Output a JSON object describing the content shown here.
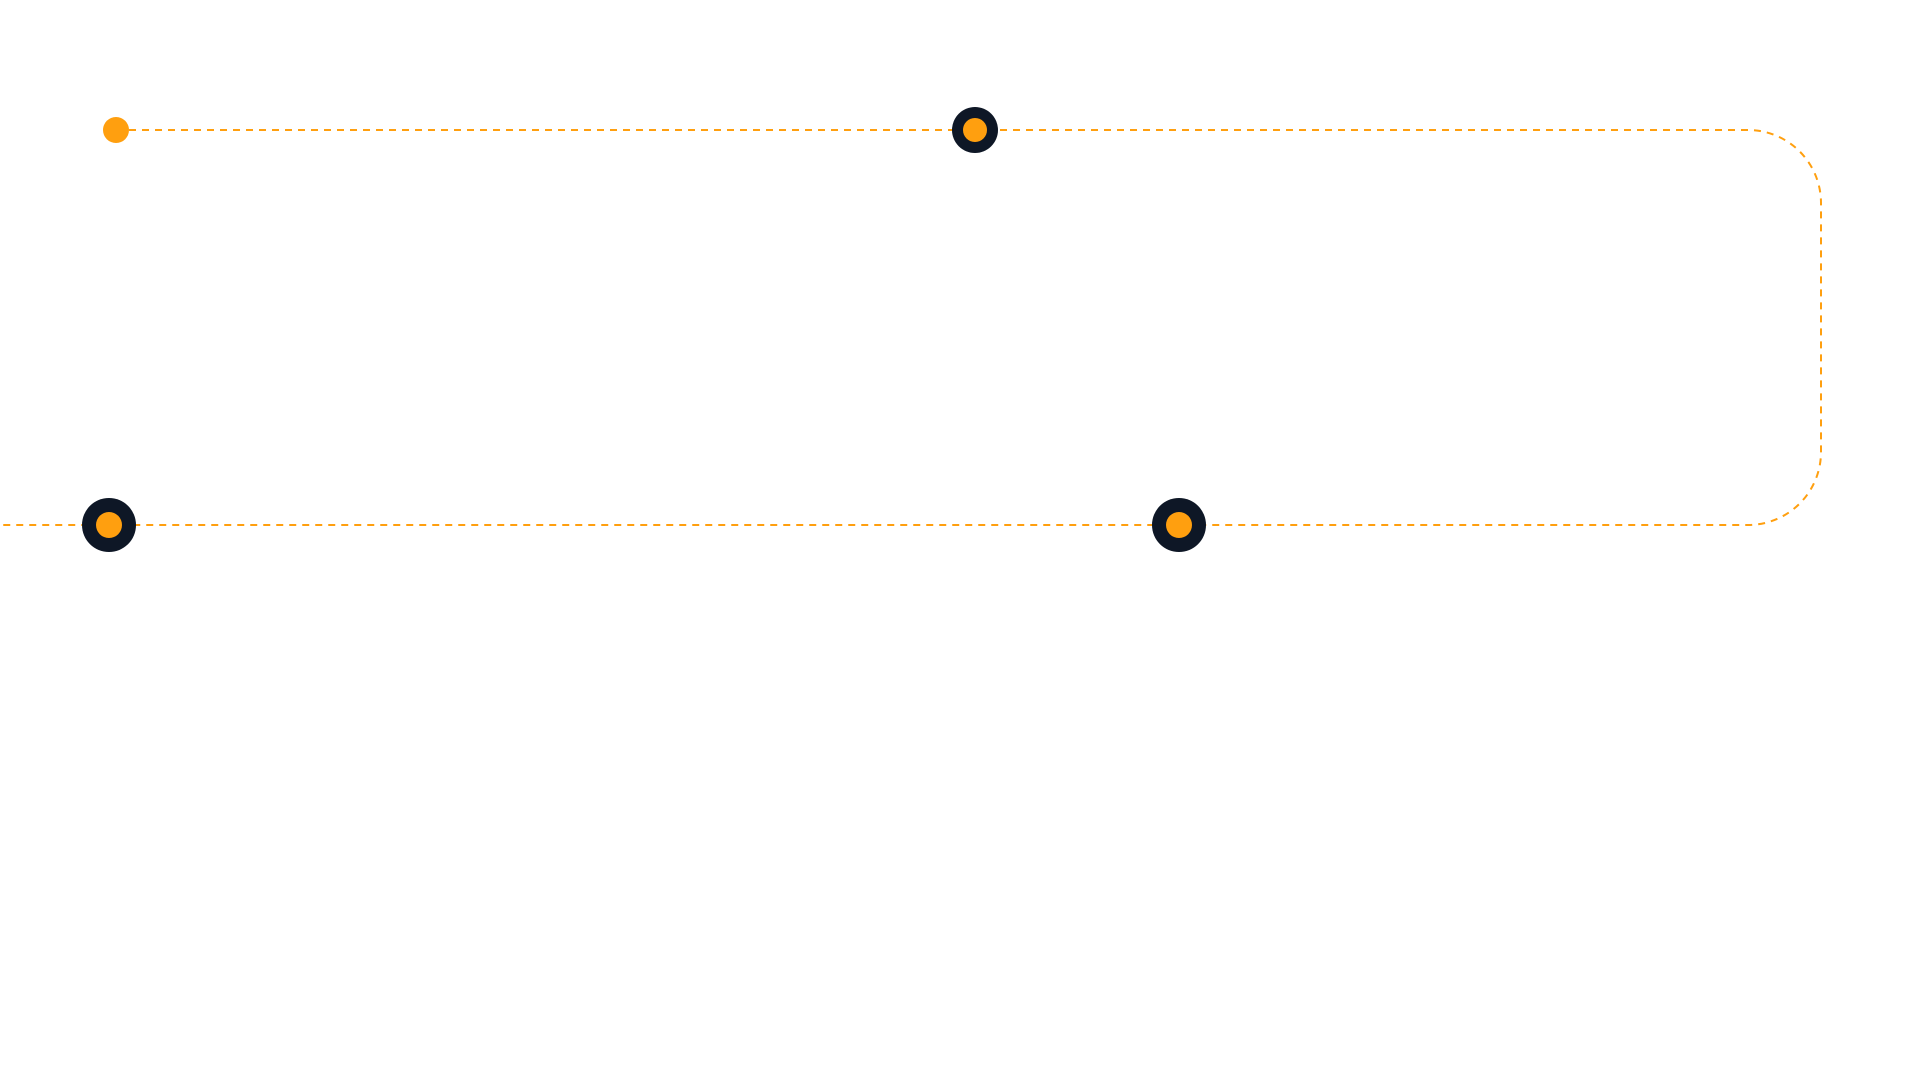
{
  "colors": {
    "accent": "#ff9f0f",
    "ring": "#0e1726",
    "background": "#ffffff"
  },
  "path": {
    "style": "dashed"
  },
  "nodes": [
    {
      "id": "start",
      "type": "dot"
    },
    {
      "id": "top-milestone",
      "type": "ring"
    },
    {
      "id": "bottom-milestone-right",
      "type": "ring"
    },
    {
      "id": "bottom-milestone-left",
      "type": "ring"
    }
  ]
}
